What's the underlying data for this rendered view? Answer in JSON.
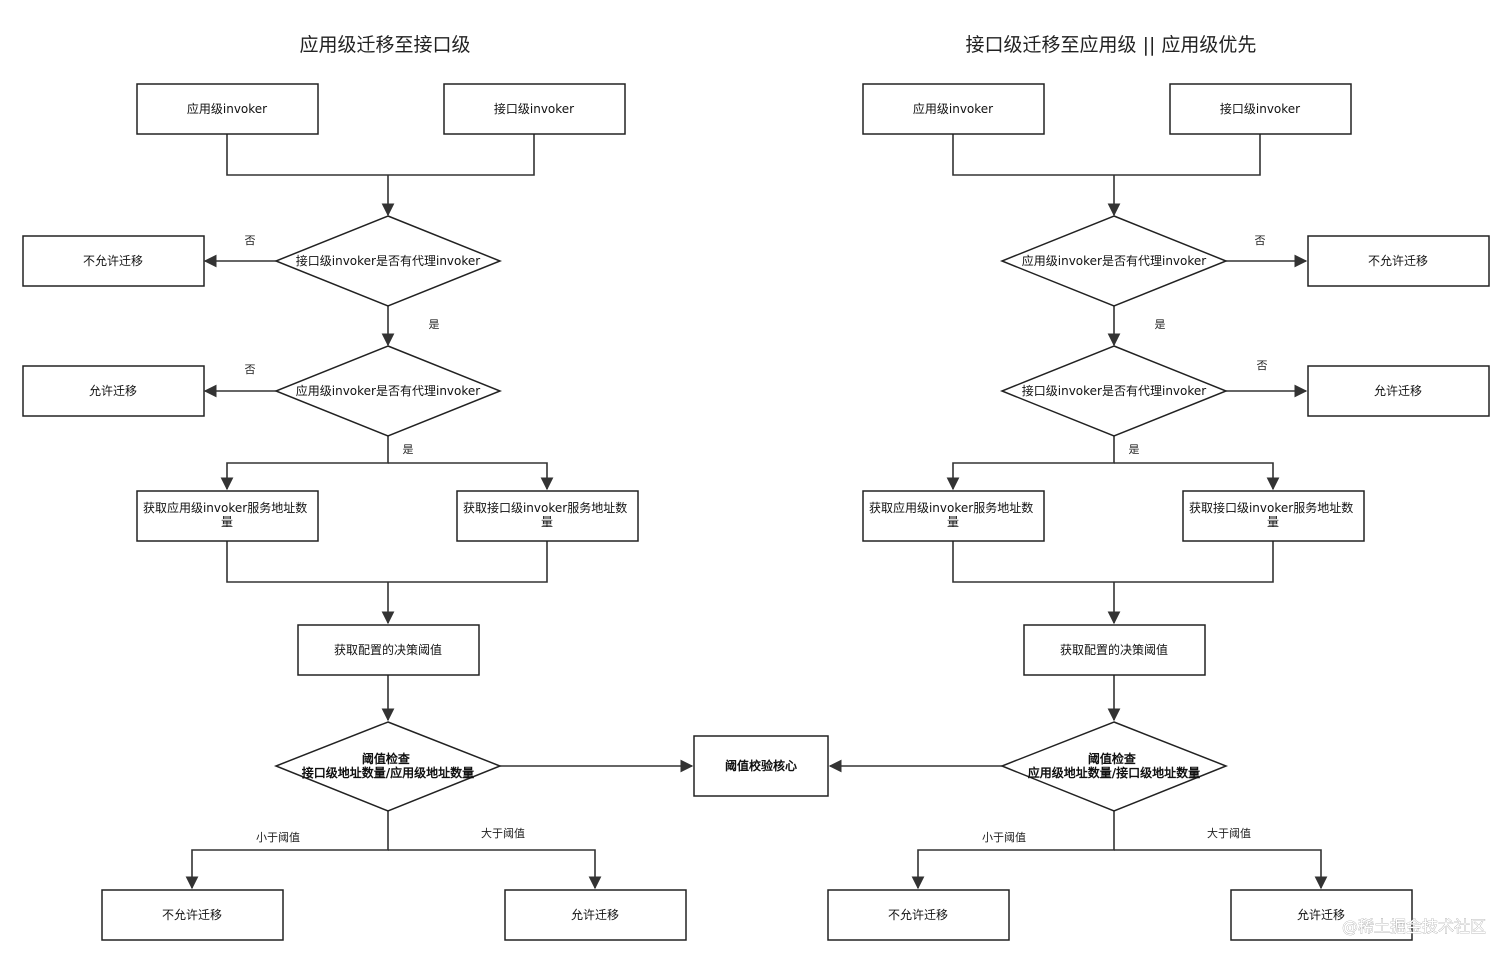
{
  "titles": {
    "left": "应用级迁移至接口级",
    "right": "接口级迁移至应用级 || 应用级优先"
  },
  "left": {
    "app_invoker": "应用级invoker",
    "iface_invoker": "接口级invoker",
    "check1": "接口级invoker是否有代理invoker",
    "no1": "否",
    "deny1": "不允许迁移",
    "yes1": "是",
    "check2": "应用级invoker是否有代理invoker",
    "no2": "否",
    "allow2": "允许迁移",
    "yes2": "是",
    "get_app_count": [
      "获取应用级invoker服务地址数",
      "量"
    ],
    "get_iface_count": [
      "获取接口级invoker服务地址数",
      "量"
    ],
    "get_threshold": "获取配置的决策阈值",
    "thr_check": [
      "阈值检查",
      "接口级地址数量/应用级地址数量"
    ],
    "less": "小于阈值",
    "greater": "大于阈值",
    "deny_final": "不允许迁移",
    "allow_final": "允许迁移"
  },
  "right": {
    "app_invoker": "应用级invoker",
    "iface_invoker": "接口级invoker",
    "check1": "应用级invoker是否有代理invoker",
    "no1": "否",
    "deny1": "不允许迁移",
    "yes1": "是",
    "check2": "接口级invoker是否有代理invoker",
    "no2": "否",
    "allow2": "允许迁移",
    "yes2": "是",
    "get_app_count": [
      "获取应用级invoker服务地址数",
      "量"
    ],
    "get_iface_count": [
      "获取接口级invoker服务地址数",
      "量"
    ],
    "get_threshold": "获取配置的决策阈值",
    "thr_check": [
      "阈值检查",
      "应用级地址数量/接口级地址数量"
    ],
    "less": "小于阈值",
    "greater": "大于阈值",
    "deny_final": "不允许迁移",
    "allow_final": "允许迁移"
  },
  "center": {
    "core": "阈值校验核心"
  },
  "watermark": "@稀土掘金技术社区"
}
